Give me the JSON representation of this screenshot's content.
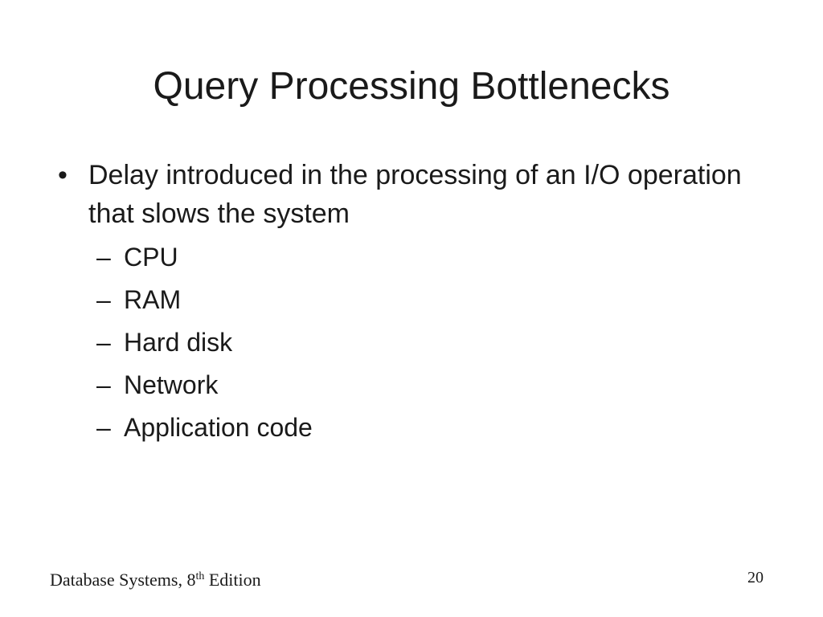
{
  "slide": {
    "title": "Query Processing Bottlenecks",
    "bullet_mark": "•",
    "sub_mark": "–",
    "bullets": [
      {
        "text": "Delay introduced in the processing of an I/O operation that slows the system",
        "sub_items": [
          "CPU",
          "RAM",
          "Hard disk",
          "Network",
          "Application code"
        ]
      }
    ]
  },
  "footer": {
    "book_prefix": "Database Systems, 8",
    "superscript": "th",
    "book_suffix": " Edition",
    "page_number": "20"
  }
}
